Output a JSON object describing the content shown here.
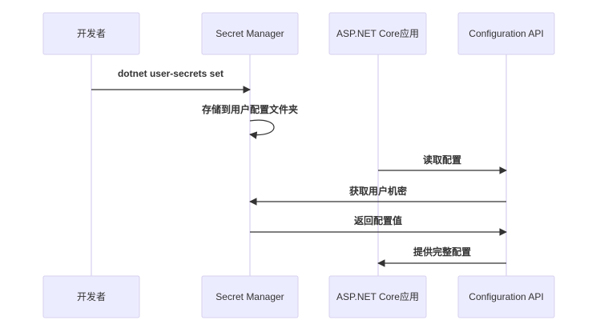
{
  "participants": [
    {
      "label": "开发者"
    },
    {
      "label": "Secret Manager"
    },
    {
      "label": "ASP.NET Core应用"
    },
    {
      "label": "Configuration API"
    }
  ],
  "messages": [
    {
      "from": 0,
      "to": 1,
      "label": "dotnet user-secrets set"
    },
    {
      "from": 1,
      "to": 1,
      "label": "存储到用户配置文件夹"
    },
    {
      "from": 2,
      "to": 3,
      "label": "读取配置"
    },
    {
      "from": 3,
      "to": 1,
      "label": "获取用户机密"
    },
    {
      "from": 1,
      "to": 3,
      "label": "返回配置值"
    },
    {
      "from": 3,
      "to": 2,
      "label": "提供完整配置"
    }
  ],
  "colors": {
    "actor_fill": "#ECECFF",
    "actor_border": "#D7D0EE",
    "lifeline": "#CFC6EE",
    "arrow": "#333333",
    "text": "#333333"
  }
}
